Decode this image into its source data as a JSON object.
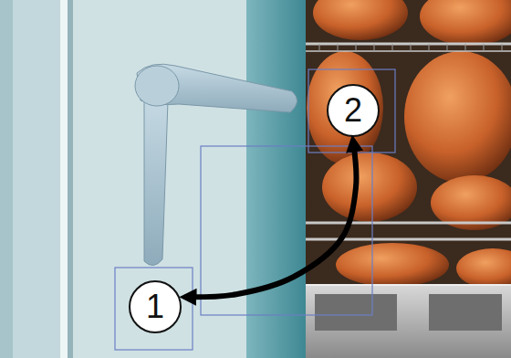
{
  "diagram": {
    "nodes": [
      {
        "text": [
          "2"
        ]
      },
      {
        "text": [
          "1"
        ]
      }
    ],
    "edges": [
      {
        "from": 0,
        "to": 1,
        "arrow": "both"
      }
    ]
  }
}
